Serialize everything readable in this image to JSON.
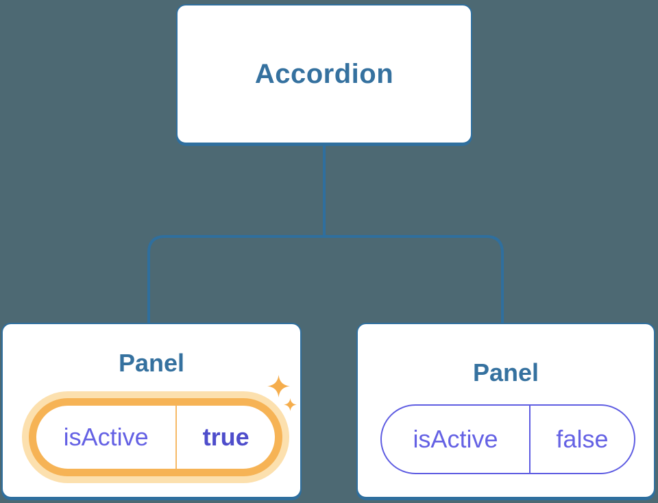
{
  "tree": {
    "root": {
      "label": "Accordion"
    },
    "panels": [
      {
        "title": "Panel",
        "prop_name": "isActive",
        "prop_value": "true",
        "highlighted": true
      },
      {
        "title": "Panel",
        "prop_name": "isActive",
        "prop_value": "false",
        "highlighted": false
      }
    ]
  },
  "icons": {
    "sparkle_large": "sparkle-icon",
    "sparkle_small": "sparkle-icon"
  },
  "colors": {
    "background": "#4D6973",
    "node_border_blue": "#2F6F9E",
    "node_text_blue": "#35719F",
    "prop_text_purple": "#6461E4",
    "prop_value_active_purple": "#4E4DCB",
    "inactive_pill_border_purple": "#5E5CE2",
    "highlight_orange": "#F6B355",
    "highlight_halo": "#FCE0AE",
    "sparkle_orange": "#F5AD4C"
  }
}
